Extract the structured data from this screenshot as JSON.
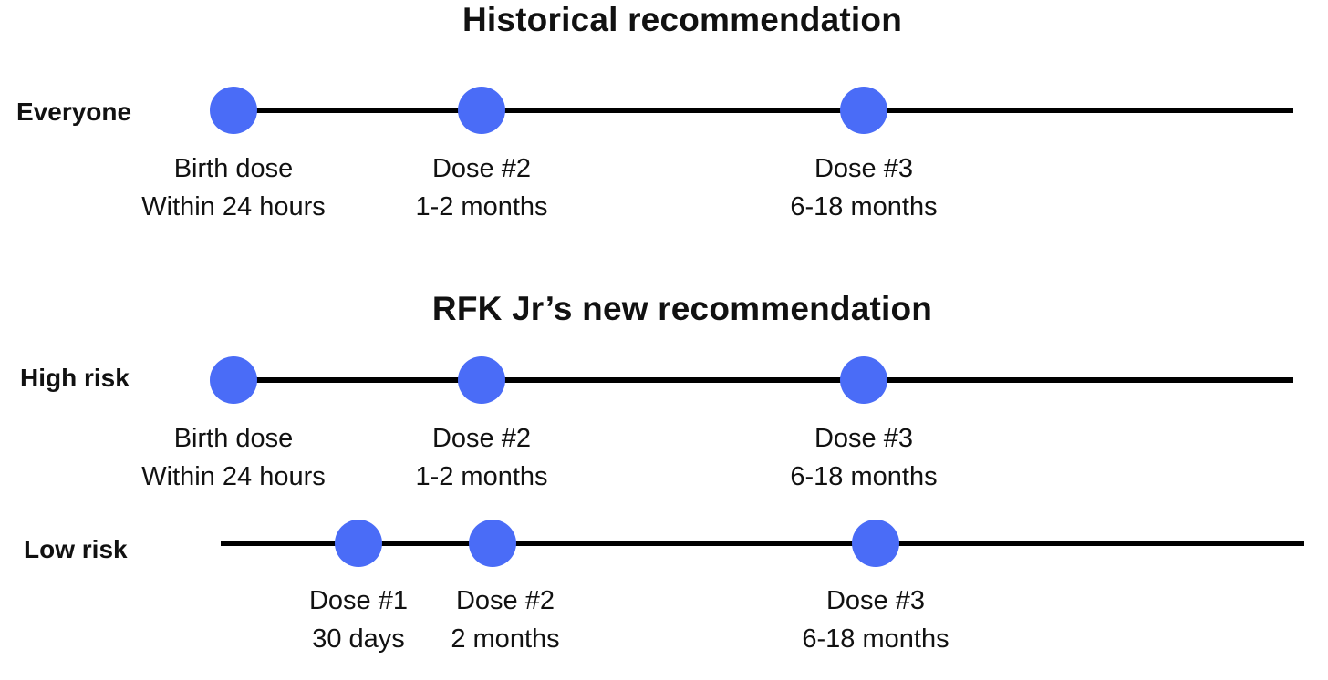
{
  "titles": {
    "historical": "Historical recommendation",
    "new": "RFK Jr’s new recommendation"
  },
  "rows": {
    "everyone": {
      "label": "Everyone",
      "doses": [
        {
          "name": "Birth dose",
          "timing": "Within 24 hours"
        },
        {
          "name": "Dose #2",
          "timing": "1-2 months"
        },
        {
          "name": "Dose #3",
          "timing": "6-18 months"
        }
      ]
    },
    "high_risk": {
      "label": "High risk",
      "doses": [
        {
          "name": "Birth dose",
          "timing": "Within 24 hours"
        },
        {
          "name": "Dose #2",
          "timing": "1-2 months"
        },
        {
          "name": "Dose #3",
          "timing": "6-18 months"
        }
      ]
    },
    "low_risk": {
      "label": "Low risk",
      "doses": [
        {
          "name": "Dose #1",
          "timing": "30 days"
        },
        {
          "name": "Dose #2",
          "timing": "2 months"
        },
        {
          "name": "Dose #3",
          "timing": "6-18 months"
        }
      ]
    }
  },
  "colors": {
    "dot": "#4a6cf7",
    "line": "#000000"
  }
}
